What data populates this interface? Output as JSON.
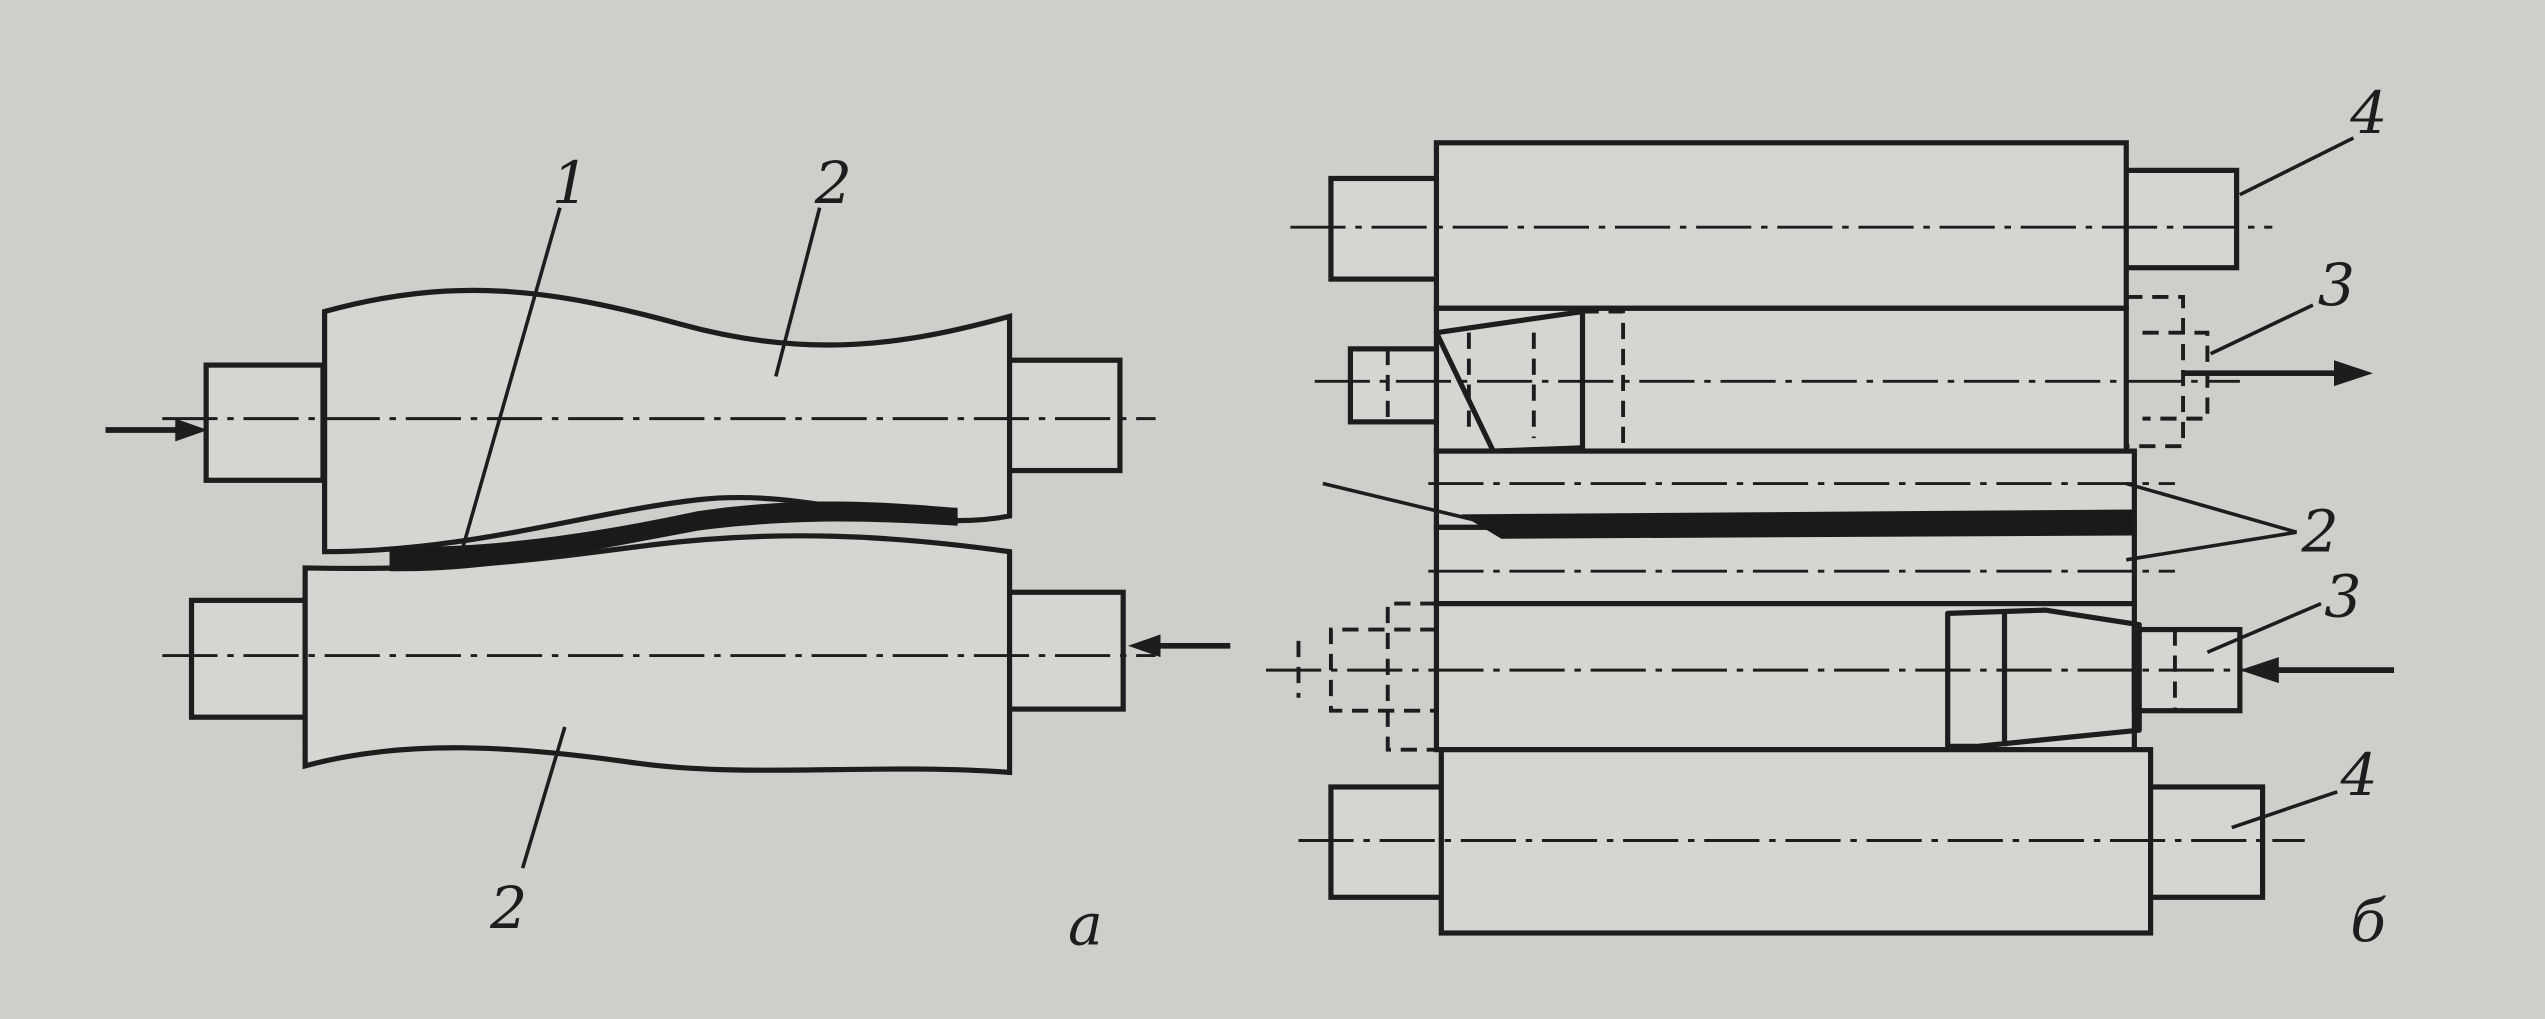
{
  "figure_a": {
    "label": "а",
    "callouts": {
      "strip": "1",
      "roll_top": "2",
      "roll_bottom": "2"
    }
  },
  "figure_b": {
    "label": "б",
    "callouts": {
      "backup_top": "4",
      "cone_top": "3",
      "work_rolls": "2",
      "cone_bottom": "3",
      "backup_bottom": "4"
    }
  },
  "colors": {
    "paper": "#cfceca",
    "ink": "#1d1d1d"
  }
}
